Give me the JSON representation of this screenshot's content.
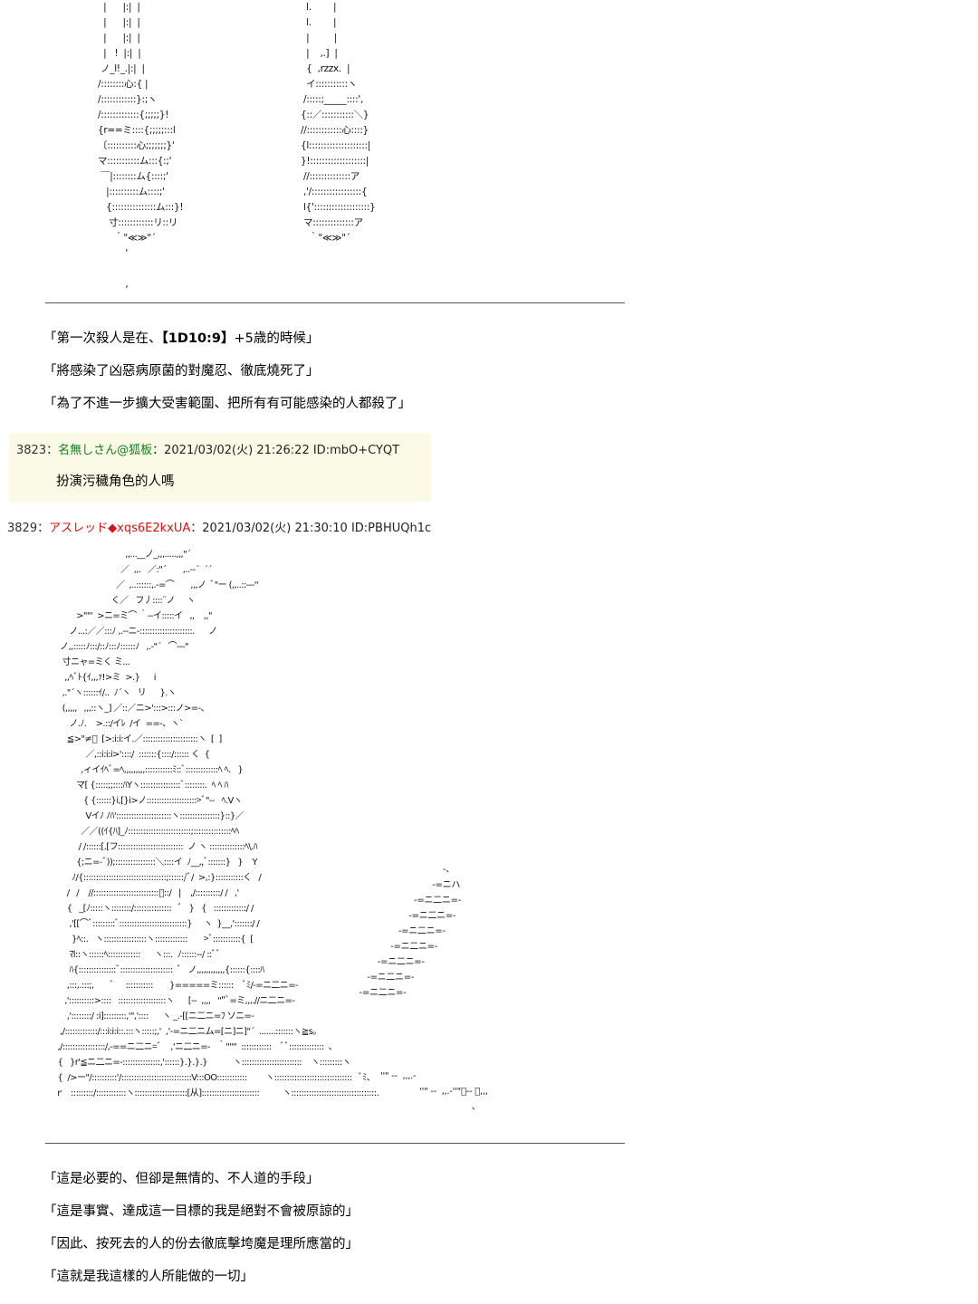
{
  "top_art": {
    "left_figure": "  |      |:|  |\n  |      |:|  |\n  |      |:|  |\n  |   !  |:|  |\n ノ_l!_.|:|  |\n/::::::::心:{ |\n/::::::::::::}:;ヽ\n/:::::::::::::{;;;;;}!\n{r==ミ::::{;;;;;:::l\n〔::::::::::心;;;;;;;}'\nマ:::::::::::ム:::{:;'\n ￣|::::::::ム{::::;'\n   |::::::::::ム::::;'\n   {:::::::::::::::ム:::}!\n    寸::::::::::::リ::リ\n      ｀\"≪≫\"´\n          '\n\n          ,",
    "right_figure": "  l.        |\n  l.        |\n  |         |\n  |    ,.]  |\n  {  ,rzzx.  |\n  イ:::::::::::ヽ\n /:::::;_____::::',\n{::／:::::::::::＼}\n//::::::::::::心::::}\n{l::::::::::::::::::::|\n}!:::::::::::::::::::|\n //::::::::::::::ア\n ,'/:::::::::::::::::{\n l{':::::::::::::::::::}\n マ::::::::::::::ア\n   ｀\"≪≫\"´"
  },
  "scene1_lines": [
    "「第一次殺人是在、",
    "【1D10:9】",
    "+5歳的時候」",
    "「將感染了凶惡病原菌的對魔忍、徹底燒死了」",
    "「為了不進一步擴大受害範圍、把所有有可能感染的人都殺了」"
  ],
  "post_3823": {
    "number": "3823",
    "sep": "：",
    "name": "名無しさん@狐板",
    "meta": "：2021/03/02(火) 21:26:22 ID:mbO+CYQT",
    "body": "扮演污穢角色的人嗎"
  },
  "post_3829": {
    "number": "3829",
    "sep": "：",
    "name": "アスレッド",
    "trip": "◆xqs6E2kxUA",
    "meta": "：2021/03/02(火) 21:30:10 ID:PBHUQh1c",
    "art": "                                   ,,...__ノ_,,,.....,,,\"´\n                                 ／  ,,.   ／:\"´       ,..-‐´  ´´\n                               ／  ,..::::::,.-=⌒       ,,,ノ  ﾞ\"ー (,,..::‐-‐''\n                             く／   フ丿::::¨ノ     ヽ\n              >\"\"'  >ニ=ミ⌒ ｀--イ:::::イ   ,,    ,,\"\n           ノ...:／／:::ﾉ ,.-‐ニ‐:::::::::::::::::::::.      ノ\n       ノ,,:::::ﾉ:::/::ﾉ:::ﾉ::::::ﾉ   ,.-\"´   ⌒‐‐‐\"\n        寸ニャ=ミく ミ...\n         ,,ﾍﾞﾄ{ｲ,,,ｧ!>ミ  >.}      i\n        ,.\"´ヽ::::::ｲ/..  ﾉ´ヽ   リ      }.ヽ\n        (,,,,,   ,,,::ヽ_] ／::／ニ>':::>:::ノ>=-、\n           ノ.ﾉ.    >.::/イﾚ  /イ  ==-、ヽ`\n          ≦>\"≠ﾞ  [>:i:i:イ.／::::::::::::::::::::::ヽ  [  ]\n                  ／,::i:i:i>'::::/  :::::::{::::/:::::: く  {\n                ,ィイｲﾍﾞ=ﾍ,,,,,,,,,:::::::::::ﾐ::ﾞ:::::::::::::ﾍ ﾍ.   }\n              マ[ {:::::;;::::ﾊYヽ::::::::::::::::ﾞ::::::::.  ﾍ ﾍ ﾊ\n                 { {::::::}i,[}i>ノ::::::::::::::::::::>ﾞ\"--   ﾍ.Vヽ\n                  Vイﾉ ﾉﾊ'::::::::::::::::::::::ヽ::::::::::::::::}::}／\n                ／／((ｲ{ﾊ]_ﾉ:::::::::::::::::::::::::;:::::::::::::::ﾍﾍ\n               / /::::::[.[フ::::::::::::::::::::::::::  ノ ヽ ::::::::::::::ﾍ\\.ﾊ\n              {;ニ=-ﾞ));::::::::::::::::＼::::イ  ﾉ__,,ﾞ:::::::}   }    Y\n            ﾉ/{:::::::::::::::::::::::::::::::::;::::::/ﾞ/  >,:}:::::::::::く   /\n          /   /    //::::::::::::::::::::::::::ﾞ::/   |    ,/::::::::::/ /   ,'\n          {   _[ﾉ:::::ヽ::::::::/:::::::::::::::   ﾞ   }   {   :::::::::::::/ /\n           ,'[[⌒ﾞ:::::::::ﾞ:::::::::::::::::::::::::::}     ヽ  }__,':::::::/ /\n            }ﾍ::.   ヽ:::::::::::::::::ヽ:::::::::::::       >ﾞ:::::::::::{  [\n           ﾏl::ヽ::::::ﾍ:::::::::::::      ヽ:::.  ﾉ::::::‐‐/ ::ﾞﾞ\n           ﾊ{:::::::::::::::ﾞ:::::::::::::::::::::  ﾞ   ノ,,,,,,,,,,,,{::::::{::::ﾊ\n          ,:::,.:::;,       ﾞ     :::::::::::       }=====ミ::::::    ﾞﾐ/-=ニ二ニ=-\n         ,'::::::::::>::::   :::::::::::::::::::ヽ      [‐‐  ,,,,   \"\"ﾞ=ミ,,,.//ニ二ニ=-\n          ,'::::::::/ :i]:::::::::,'\",'::::      ヽ _.-[[ニ二ニ=ﾌ ソニ=-\n       ,/:::::::::::::/:::i:i:i::.:::ヽ:::::;,'  ,'-=ニ二ニム=[ニ]ニ]\"´  .......:::::::ヽ≧s。\n      ,/:::::::::::::::::/,-==ニ二ニ=ﾞ    ,'ニ二ニ=-   ｀\"\"\"  ::::::::::::    ﾞﾞ::::::::::::::  ､\n      {   }r'≦ニ二ニ=-:::::::::::::::,'::::::}.}.}.}           ヽ::::::::::::::::::::::::    ヽ:::::::::ヽ\n      {  />ー\"/::::::::::'/::::::::::::::::::::::::::::V:::OO::::::::::::        ヽ:::::::::::::::::::::::::::::::   ﾞﾐ、\n     ｒ   :::::::::/::::::::::::ヽ:::::::::::::::::::::[从]:::::::::::::::::::::::          ヽ::::::::::::::::::::::::::::::::::.",
    "lines": [
      "「這是必要的、但卻是無情的、不人道的手段」",
      "「這是事實、達成這一目標的我是絕對不會被原諒的」",
      "「因此、按死去的人的份去徹底擊垮魔是理所應當的」",
      "「這就是我這樣的人所能做的一切」"
    ]
  },
  "right_side_art": {
    "sword": "                                   -、\n                               -=ニハ\n                        -=ニ二ニ=-\n                      -=ニ二ニ=-\n                  -=ニ二ニ=-\n               -=ニ二ニ=-\n          -=ニ二ニ=-\n      -=ニ二ニ=-\n   -=ニ二ニ=-",
    "ground": "''\" ‐‐  ,,,.-                      \n               ''\" ‐‐  ,,.‐''\"ﾞ‐- 。,,,\n                                   、"
  }
}
